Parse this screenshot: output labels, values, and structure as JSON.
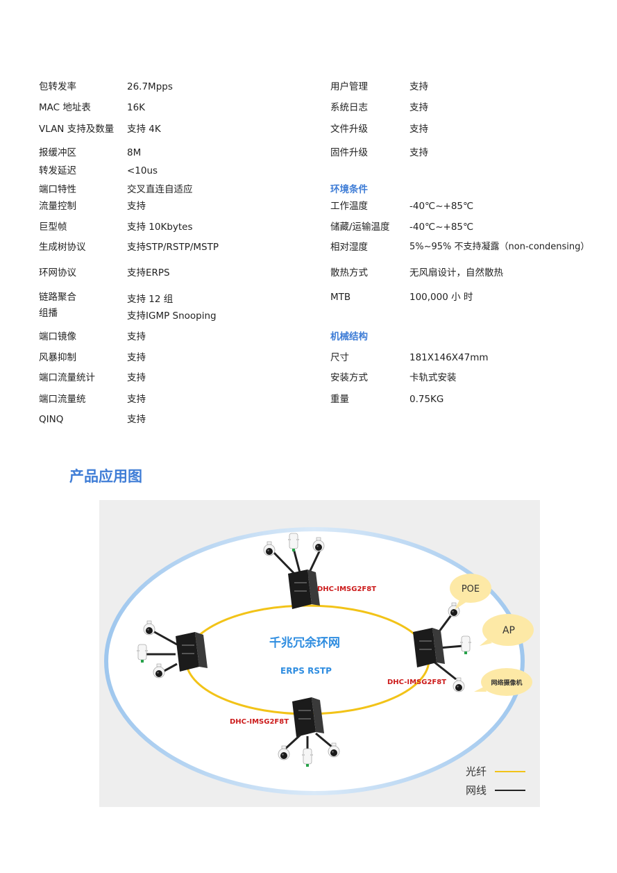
{
  "specs_left": [
    {
      "label": "包转发率",
      "value": "26.7Mpps"
    },
    {
      "label": "MAC 地址表",
      "value": "16K"
    },
    {
      "label": "VLAN 支持及数量",
      "value": "支持 4K"
    },
    {
      "label": "报缓冲区",
      "value": "8M"
    },
    {
      "label": "转发延迟",
      "value": "<10us"
    },
    {
      "label": "端口特性",
      "value": "交叉直连自适应"
    },
    {
      "label": "流量控制",
      "value": "支持"
    },
    {
      "label": "巨型帧",
      "value": "支持 10Kbytes"
    },
    {
      "label": "生成树协议",
      "value": "支持STP/RSTP/MSTP"
    },
    {
      "label": "环网协议",
      "value": "支持ERPS"
    },
    {
      "label": "链路聚合",
      "value": "支持 12 组"
    },
    {
      "label": "组播",
      "value": "支持IGMP Snooping"
    },
    {
      "label": "端口镜像",
      "value": "支持"
    },
    {
      "label": "风暴抑制",
      "value": "支持"
    },
    {
      "label": "端口流量统计",
      "value": "支持"
    },
    {
      "label": "端口流量统",
      "value": "支持"
    },
    {
      "label": "QINQ",
      "value": "支持"
    }
  ],
  "specs_right": [
    {
      "label": "用户管理",
      "value": "支持"
    },
    {
      "label": "系统日志",
      "value": "支持"
    },
    {
      "label": "文件升级",
      "value": "支持"
    },
    {
      "label": "固件升级",
      "value": "支持"
    },
    {
      "section": "环境条件"
    },
    {
      "label": "工作温度",
      "value": "-40℃~+85℃"
    },
    {
      "label": "储藏/运输温度",
      "value": "-40℃~+85℃"
    },
    {
      "label": "相对湿度",
      "value": "5%~95% 不支持凝露（non-condensing）"
    },
    {
      "label": "散热方式",
      "value": "无风扇设计，自然散热"
    },
    {
      "label": "MTB",
      "value": "100,000 小 时"
    },
    {
      "section": "机械结构"
    },
    {
      "label": "尺寸",
      "value": "181X146X47mm"
    },
    {
      "label": "安装方式",
      "value": "卡轨式安装"
    },
    {
      "label": "重量",
      "value": "0.75KG"
    }
  ],
  "heading": "产品应用图",
  "diagram": {
    "center_title": "千兆冗余环网",
    "center_subtitle": "ERPS RSTP",
    "switch_label_top": "DHC-IMSG2F8T",
    "switch_label_right": "DHC-IMSG2F8T",
    "switch_label_bottom": "DHC-IMSG2F8T",
    "bubble_poe": "POE",
    "bubble_ap": "AP",
    "bubble_camera": "网络摄像机",
    "legend_fiber": "光纤",
    "legend_cable": "网线",
    "colors": {
      "fiber": "#f2c318",
      "cable": "#222222",
      "label_red": "#cc1b1b",
      "title_blue": "#2f8de0",
      "bubble": "#fde9a6"
    }
  }
}
